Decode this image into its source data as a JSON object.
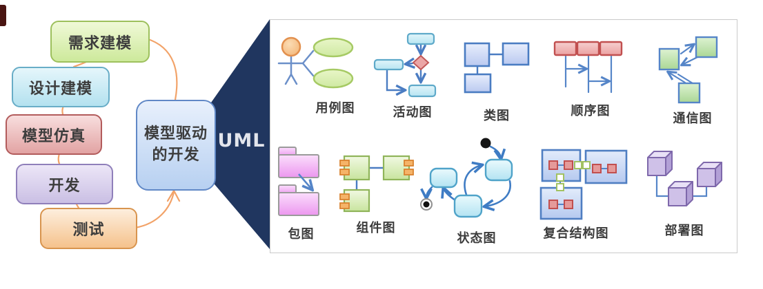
{
  "left_flow": {
    "steps": [
      {
        "label": "需求建模",
        "fill": "#cde99b",
        "border": "#9dc05d"
      },
      {
        "label": "设计建模",
        "fill": "#b3e1ef",
        "border": "#68adc7"
      },
      {
        "label": "模型仿真",
        "fill": "#e2a3a3",
        "border": "#b25b5b"
      },
      {
        "label": "开发",
        "fill": "#cabfe4",
        "border": "#8f7fba"
      },
      {
        "label": "测试",
        "fill": "#f5c28c",
        "border": "#d8944e"
      }
    ],
    "center_box": {
      "line1": "模型驱动",
      "line2": "的开发",
      "fill": "#b7d0f1",
      "border": "#6088c6"
    },
    "connector_color": "#f2a369"
  },
  "funnel": {
    "label": "UML",
    "fill": "#20365f",
    "text_color": "#e2e5ec"
  },
  "uml_panel": {
    "border_color": "#c9c9c9",
    "diagrams": [
      {
        "label": "用例图"
      },
      {
        "label": "活动图"
      },
      {
        "label": "类图"
      },
      {
        "label": "顺序图"
      },
      {
        "label": "通信图"
      },
      {
        "label": "包图"
      },
      {
        "label": "组件图"
      },
      {
        "label": "状态图"
      },
      {
        "label": "复合结构图"
      },
      {
        "label": "部署图"
      }
    ]
  }
}
